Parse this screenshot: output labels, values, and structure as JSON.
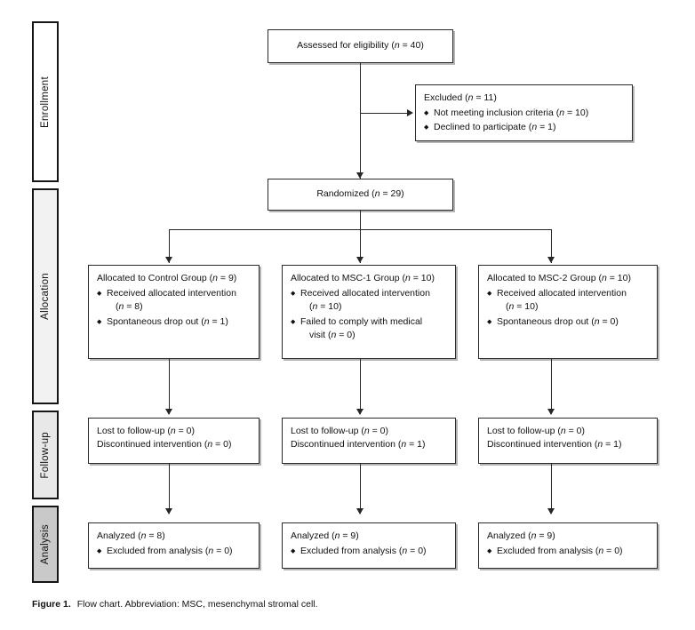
{
  "figure": {
    "caption_label": "Figure 1.",
    "caption_text": "Flow chart. Abbreviation: MSC, mesenchymal stromal cell."
  },
  "stages": [
    {
      "id": "enrollment",
      "label": "Enrollment",
      "shade": "#ffffff"
    },
    {
      "id": "allocation",
      "label": "Allocation",
      "shade": "#f2f2f2"
    },
    {
      "id": "followup",
      "label": "Follow-up",
      "shade": "#e8e8e8"
    },
    {
      "id": "analysis",
      "label": "Analysis",
      "shade": "#c9c9c9"
    }
  ],
  "nodes": {
    "assessed": {
      "title": "Assessed for eligibility (n = 40)"
    },
    "excluded": {
      "title": "Excluded (n = 11)",
      "bullets": [
        "Not meeting inclusion criteria (n = 10)",
        "Declined to participate (n = 1)"
      ]
    },
    "randomized": {
      "title": "Randomized (n = 29)"
    },
    "alloc_control": {
      "title": "Allocated to Control Group (n = 9)",
      "bullets": [
        "Received allocated intervention",
        "(n = 8)",
        "Spontaneous drop out (n = 1)"
      ],
      "bullet_items": [
        {
          "text": "Received allocated intervention",
          "cont": "(n = 8)"
        },
        {
          "text": "Spontaneous drop out (n = 1)",
          "cont": ""
        }
      ]
    },
    "alloc_msc1": {
      "title": "Allocated to MSC-1 Group (n = 10)",
      "bullet_items": [
        {
          "text": "Received allocated intervention",
          "cont": "(n = 10)"
        },
        {
          "text": "Failed to comply with medical",
          "cont": "visit (n = 0)"
        }
      ]
    },
    "alloc_msc2": {
      "title": "Allocated to MSC-2 Group (n = 10)",
      "bullet_items": [
        {
          "text": "Received allocated intervention",
          "cont": "(n = 10)"
        },
        {
          "text": "Spontaneous drop out (n = 0)",
          "cont": ""
        }
      ]
    },
    "follow_control": {
      "line1": "Lost to follow-up (n = 0)",
      "line2": "Discontinued intervention (n = 0)"
    },
    "follow_msc1": {
      "line1": "Lost to follow-up (n = 0)",
      "line2": "Discontinued intervention (n = 1)"
    },
    "follow_msc2": {
      "line1": "Lost to follow-up (n = 0)",
      "line2": "Discontinued intervention (n = 1)"
    },
    "analysis_control": {
      "title": "Analyzed (n = 8)",
      "bullet": "Excluded from analysis (n = 0)"
    },
    "analysis_msc1": {
      "title": "Analyzed (n = 9)",
      "bullet": "Excluded from analysis (n = 0)"
    },
    "analysis_msc2": {
      "title": "Analyzed (n = 9)",
      "bullet": "Excluded from analysis (n = 0)"
    }
  },
  "chart_data": {
    "type": "diagram",
    "diagram_kind": "CONSORT participant flow chart",
    "title": "Flow chart",
    "phases": [
      "Enrollment",
      "Allocation",
      "Follow-up",
      "Analysis"
    ],
    "counts": {
      "assessed_for_eligibility": 40,
      "excluded_total": 11,
      "excluded_not_meeting_inclusion_criteria": 10,
      "excluded_declined_to_participate": 1,
      "randomized": 29
    },
    "arms": [
      {
        "name": "Control Group",
        "allocated": 9,
        "received_allocated_intervention": 8,
        "spontaneous_drop_out": 1,
        "lost_to_follow_up": 0,
        "discontinued_intervention": 0,
        "analyzed": 8,
        "excluded_from_analysis": 0
      },
      {
        "name": "MSC-1 Group",
        "allocated": 10,
        "received_allocated_intervention": 10,
        "failed_to_comply_with_medical_visit": 0,
        "lost_to_follow_up": 0,
        "discontinued_intervention": 1,
        "analyzed": 9,
        "excluded_from_analysis": 0
      },
      {
        "name": "MSC-2 Group",
        "allocated": 10,
        "received_allocated_intervention": 10,
        "spontaneous_drop_out": 0,
        "lost_to_follow_up": 0,
        "discontinued_intervention": 1,
        "analyzed": 9,
        "excluded_from_analysis": 0
      }
    ]
  }
}
